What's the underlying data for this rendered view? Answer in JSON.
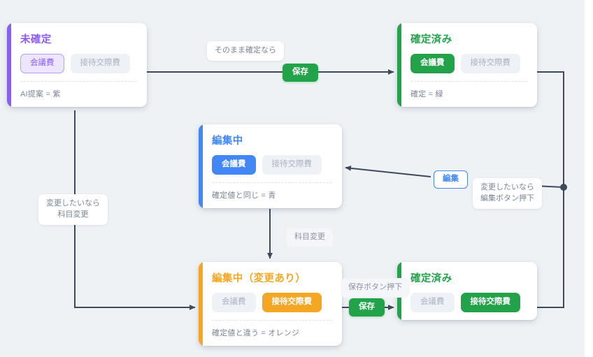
{
  "theme": {
    "background": "#eef2f5",
    "purple": "#8b5cf6",
    "green": "#22a34a",
    "blue": "#4287f5",
    "orange": "#f5a623",
    "edge": "#3d4a5c"
  },
  "cards": {
    "unconfirmed": {
      "title": "未確定",
      "pill_active": "会議費",
      "pill_inactive": "接待交際費",
      "note": "AI提案 = 紫"
    },
    "confirmed_top": {
      "title": "確定済み",
      "pill_active": "会議費",
      "pill_inactive": "接待交際費",
      "note": "確定 = 緑"
    },
    "editing": {
      "title": "編集中",
      "pill_active": "会議費",
      "pill_inactive": "接待交際費",
      "note": "確定値と同じ = 青"
    },
    "editing_changed": {
      "title": "編集中（変更あり）",
      "pill_inactive": "会議費",
      "pill_active": "接待交際費",
      "note": "確定値と違う = オレンジ"
    },
    "confirmed_bottom": {
      "title": "確定済み",
      "pill_inactive": "会議費",
      "pill_active": "接待交際費",
      "note": ""
    }
  },
  "edges": {
    "as_is_label": "そのまま確定なら",
    "save_button_top": "保存",
    "change_left_line1": "変更したいなら",
    "change_left_line2": "科目変更",
    "change_item_label": "科目変更",
    "save_press_label": "保存ボタン押下",
    "save_button_bottom": "保存",
    "edit_button": "編集",
    "edit_press_line1": "変更したいなら",
    "edit_press_line2": "編集ボタン押下"
  }
}
